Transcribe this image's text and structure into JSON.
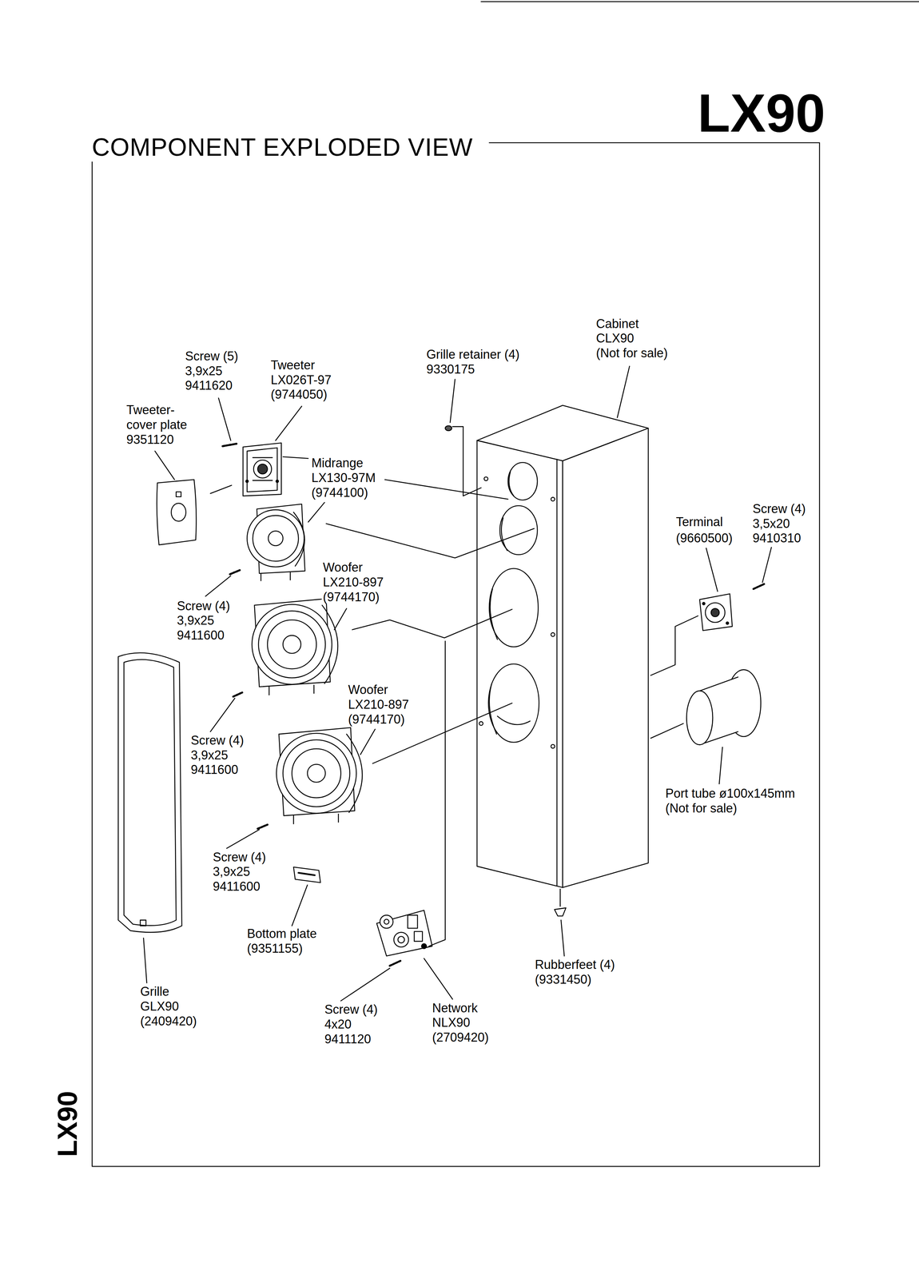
{
  "diagram": {
    "title": "COMPONENT EXPLODED VIEW",
    "labels": [
      "LX90",
      "Cabinet",
      "CLX90",
      "(Not for sale)",
      "Screw (5)",
      "3,9x25",
      "9411620",
      "Grille retainer (4)",
      "9330175",
      "Tweeter",
      "LX026T-97",
      "(9744050)",
      "Tweeter-",
      "cover plate",
      "9351120",
      "Midrange",
      "LX130-97M",
      "(9744100)",
      "Screw (4)",
      "3,5x20",
      "9410310",
      "Terminal",
      "(9660500)",
      "Woofer",
      "LX210-897",
      "(9744170)",
      "Screw (4)",
      "3,9x25",
      "9411600",
      "Woofer",
      "LX210-897",
      "(9744170)",
      "Screw (4)",
      "3,9x25",
      "9411600",
      "Port tube ø100x145mm",
      "(Not for sale)",
      "Screw (4)",
      "3,9x25",
      "9411600",
      "Bottom plate",
      "(9351155)",
      "Rubberfeet (4)",
      "(9331450)",
      "Grille",
      "GLX90",
      "(2409420)",
      "Screw (4)",
      "4x20",
      "9411120",
      "Network",
      "NLX90",
      "(2709420)",
      "LX90"
    ]
  }
}
